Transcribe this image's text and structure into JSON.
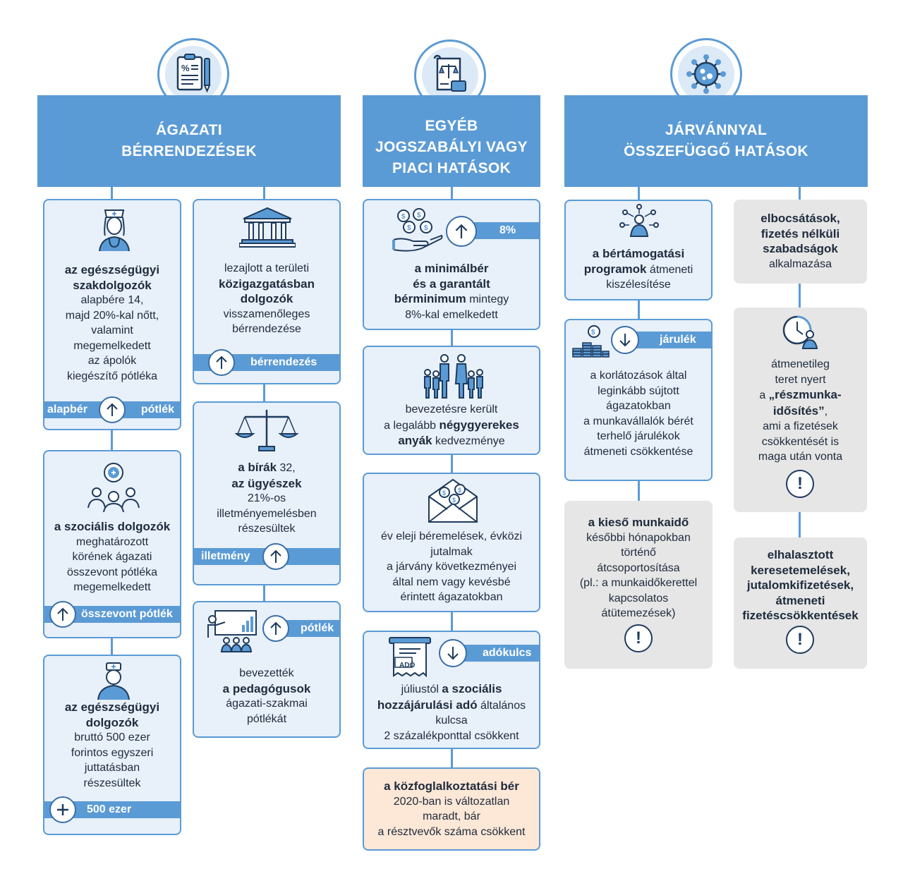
{
  "headers": {
    "h1": [
      "ÁGAZATI",
      "BÉRRENDEZÉSEK"
    ],
    "h2": [
      "EGYÉB",
      "JOGSZABÁLYI VAGY",
      "PIACI HATÁSOK"
    ],
    "h3": [
      "JÁRVÁNNYAL",
      "ÖSSZEFÜGGŐ HATÁSOK"
    ]
  },
  "col1": {
    "c1": {
      "bold": [
        "az egészségügyi",
        "szakdolgozók"
      ],
      "lines": [
        "alapbére 14,",
        "majd 20%-kal nőtt,",
        "valamint",
        "megemelkedett",
        "az ápolók",
        "kiegészítő pótléka"
      ],
      "tag_left": "alapbér",
      "tag_right": "pótlék"
    },
    "c2": {
      "bold": [
        "a szociális dolgozók"
      ],
      "lines": [
        "meghatározott",
        "körének ágazati",
        "összevont pótléka",
        "megemelkedett"
      ],
      "tag": "összevont pótlék"
    },
    "c3": {
      "bold": [
        "az egészségügyi",
        "dolgozók"
      ],
      "lines": [
        "bruttó 500 ezer",
        "forintos egyszeri",
        "juttatásban",
        "részesültek"
      ],
      "tag": "500 ezer"
    }
  },
  "col2": {
    "c1": {
      "l1": "lezajlott a területi",
      "bold": [
        "közigazgatásban",
        "dolgozók"
      ],
      "lines": [
        "visszamenőleges",
        "bérrendezése"
      ],
      "tag": "bérrendezés"
    },
    "c2": {
      "b1": "a bírák",
      "n1": " 32,",
      "b2": "az ügyészek",
      "lines": [
        "21%-os",
        "illetményemelésben",
        "részesültek"
      ],
      "tag": "illetmény"
    },
    "c3": {
      "l1": "bevezették",
      "bold": "a pedagógusok",
      "lines": [
        "ágazati-szakmai",
        "pótlékát"
      ],
      "tag": "pótlék"
    }
  },
  "col3": {
    "c1": {
      "tag": "8%",
      "bold": [
        "a minimálbér",
        "és a garantált"
      ],
      "b3": "bérminimum",
      "n3": " mintegy",
      "l4": "8%-kal emelkedett"
    },
    "c2": {
      "l1": "bevezetésre került",
      "l2a": "a legalább ",
      "l2b": "négygyerekes",
      "l3": "anyák",
      "l3b": " kedvezménye"
    },
    "c3": {
      "lines": [
        "év eleji béremelések, évközi",
        "jutalmak",
        "a járvány következményei",
        "által nem vagy kevésbé",
        "érintett ágazatokban"
      ]
    },
    "c4": {
      "tag": "adókulcs",
      "l1a": "júliustól ",
      "l1b": "a szociális",
      "l2": "hozzájárulási adó",
      "l2b": " általános",
      "lines": [
        "kulcsa",
        "2 százalékponttal csökkent"
      ],
      "icon_label": "ADÓ"
    },
    "c5": {
      "bold": "a közfoglalkoztatási bér",
      "lines": [
        "2020-ban is változatlan",
        "maradt, bár",
        "a résztvevők száma csökkent"
      ]
    }
  },
  "col4": {
    "c1": {
      "b1": "a bértámogatási",
      "b2": "programok",
      "n2": " átmeneti",
      "l3": "kiszélesítése"
    },
    "c2": {
      "tag": "járulék",
      "lines": [
        "a korlátozások által",
        "leginkább sújtott",
        "ágazatokban",
        "a munkavállalók bérét",
        "terhelő járulékok",
        "átmeneti csökkentése"
      ]
    },
    "c3": {
      "bold": "a kieső munkaidő",
      "lines": [
        "későbbi hónapokban",
        "történő",
        "átcsoportosítása",
        "(pl.: a munkaidőkerettel",
        "kapcsolatos",
        "átütemezések)"
      ]
    }
  },
  "col5": {
    "c1": {
      "bold": [
        "elbocsátások,",
        "fizetés nélküli",
        "szabadságok"
      ],
      "lines": [
        "alkalmazása"
      ]
    },
    "c2": {
      "lines": [
        "átmenetileg",
        "teret nyert"
      ],
      "l3a": "a ",
      "l3b": "„részmunka-",
      "l4": "idősítés”",
      "l4b": ",",
      "lines2": [
        "ami a fizetések",
        "csökkentését is",
        "maga után vonta"
      ]
    },
    "c3": {
      "bold": [
        "elhalasztott",
        "keresetemelések,",
        "jutalomkifizetések,",
        "átmeneti",
        "fizetéscsökkentések"
      ]
    }
  },
  "colors": {
    "blue": "#5b9bd5",
    "card": "#e8f0fa",
    "gray": "#e6e6e6",
    "peach": "#fde7d6",
    "dark": "#1e2b3c"
  }
}
